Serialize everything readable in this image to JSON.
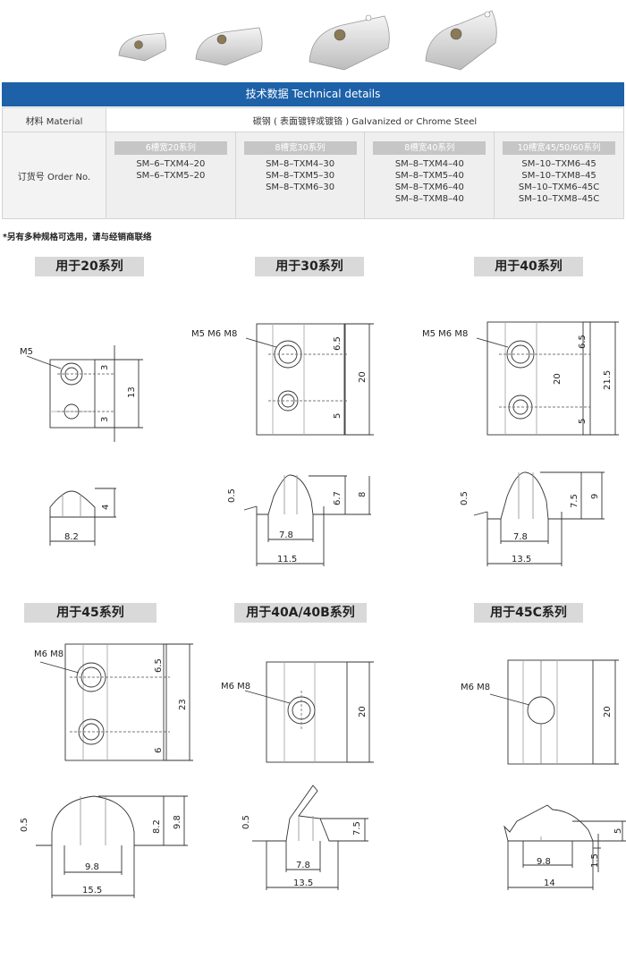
{
  "header": {
    "title": "技术数据 Technical details"
  },
  "material": {
    "label": "材料 Material",
    "value": "碳钢 ( 表面镀锌或镀铬 ) Galvanized or Chrome Steel"
  },
  "order": {
    "label": "订货号 Order No.",
    "groups": [
      {
        "title": "6槽宽20系列",
        "codes": [
          "SM–6–TXM4–20",
          "SM–6–TXM5–20"
        ]
      },
      {
        "title": "8槽宽30系列",
        "codes": [
          "SM–8–TXM4–30",
          "SM–8–TXM5–30",
          "SM–8–TXM6–30"
        ]
      },
      {
        "title": "8槽宽40系列",
        "codes": [
          "SM–8–TXM4–40",
          "SM–8–TXM5–40",
          "SM–8–TXM6–40",
          "SM–8–TXM8–40"
        ]
      },
      {
        "title": "10槽宽45/50/60系列",
        "codes": [
          "SM–10–TXM6–45",
          "SM–10–TXM8–45",
          "SM–10–TXM6–45C",
          "SM–10–TXM8–45C"
        ]
      }
    ]
  },
  "note": "*另有多种规格可选用，请与经销商联络",
  "sections": [
    {
      "title": "用于20系列",
      "thread": "M5",
      "top_dims": [
        "3",
        "3",
        "13"
      ],
      "side_dims": [
        "4",
        "8.2"
      ]
    },
    {
      "title": "用于30系列",
      "thread": "M5 M6 M8",
      "top_dims": [
        "6.5",
        "20",
        "5"
      ],
      "side_dims": [
        "0.5",
        "6.7",
        "8",
        "7.8",
        "11.5"
      ]
    },
    {
      "title": "用于40系列",
      "thread": "M5 M6 M8",
      "top_dims": [
        "6.5",
        "20",
        "21.5",
        "5"
      ],
      "side_dims": [
        "0.5",
        "7.5",
        "9",
        "7.8",
        "13.5"
      ]
    },
    {
      "title": "用于45系列",
      "thread": "M6 M8",
      "top_dims": [
        "6.5",
        "23",
        "6"
      ],
      "side_dims": [
        "0.5",
        "8.2",
        "9.8",
        "9.8",
        "15.5"
      ]
    },
    {
      "title": "用于40A/40B系列",
      "thread": "M6 M8",
      "top_dims": [
        "20"
      ],
      "side_dims": [
        "0.5",
        "7.5",
        "7.8",
        "13.5"
      ]
    },
    {
      "title": "用于45C系列",
      "thread": "M6 M8",
      "top_dims": [
        "20"
      ],
      "side_dims": [
        "5",
        "9.8",
        "1.5",
        "14"
      ]
    }
  ]
}
